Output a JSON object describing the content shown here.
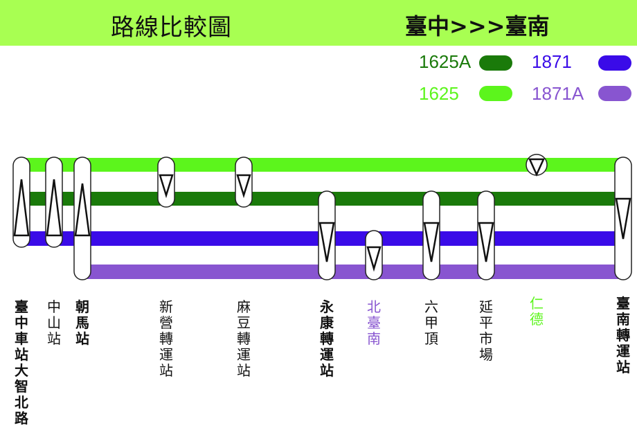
{
  "header": {
    "title": "路線比較圖",
    "direction": "臺中>>>臺南",
    "background": "#a8ff52"
  },
  "legend": [
    {
      "route": "1625A",
      "color": "#1a7a0a"
    },
    {
      "route": "1871",
      "color": "#3a0be8"
    },
    {
      "route": "1625",
      "color": "#5cf51c"
    },
    {
      "route": "1871A",
      "color": "#8855d0"
    }
  ],
  "stops": [
    {
      "name": "臺中車站大智北路",
      "bold": true,
      "color": "#111111",
      "direction": "up"
    },
    {
      "name": "中山站",
      "bold": false,
      "color": "#111111",
      "direction": "up"
    },
    {
      "name": "朝馬站",
      "bold": true,
      "color": "#111111",
      "direction": "up"
    },
    {
      "name": "新營轉運站",
      "bold": false,
      "color": "#111111",
      "direction": "down"
    },
    {
      "name": "麻豆轉運站",
      "bold": false,
      "color": "#111111",
      "direction": "down"
    },
    {
      "name": "永康轉運站",
      "bold": true,
      "color": "#111111",
      "direction": "down"
    },
    {
      "name": "北臺南",
      "bold": false,
      "color": "#8855d0",
      "direction": "down"
    },
    {
      "name": "六甲頂",
      "bold": false,
      "color": "#111111",
      "direction": "down"
    },
    {
      "name": "延平市場",
      "bold": false,
      "color": "#111111",
      "direction": "down"
    },
    {
      "name": "仁德",
      "bold": false,
      "color": "#5cf51c",
      "direction": "down"
    },
    {
      "name": "臺南轉運站",
      "bold": true,
      "color": "#111111",
      "direction": "down"
    }
  ]
}
